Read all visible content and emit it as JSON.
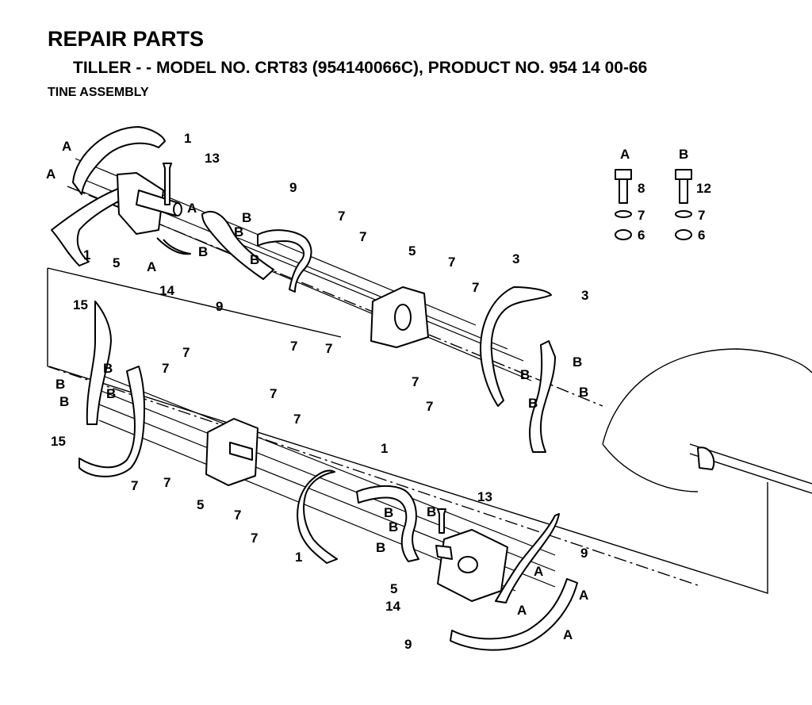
{
  "header": {
    "title": "REPAIR PARTS",
    "subtitle": "TILLER - - MODEL NO. CRT83 (954140066C), PRODUCT NO. 954 14 00-66",
    "section": "TINE ASSEMBLY"
  },
  "legend": {
    "col_a": {
      "label": "A",
      "bolt": "8",
      "lock_washer": "7",
      "nut": "6"
    },
    "col_b": {
      "label": "B",
      "bolt": "12",
      "lock_washer": "7",
      "nut": "6"
    }
  },
  "callouts": [
    "1",
    "13",
    "A",
    "9",
    "7",
    "5",
    "3",
    "14",
    "15",
    "B",
    "6",
    "8",
    "12"
  ]
}
